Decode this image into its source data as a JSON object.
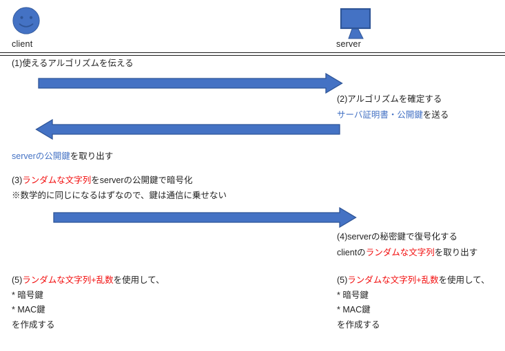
{
  "colors": {
    "accent": "#4472C4",
    "accent_dark": "#2F5597",
    "blue_text": "#4472C4",
    "red_text": "#F20D0D",
    "text": "#1F1F1F"
  },
  "actors": {
    "client": {
      "label": "client",
      "icon": "smiley-face-icon"
    },
    "server": {
      "label": "server",
      "icon": "monitor-icon"
    }
  },
  "messages": {
    "step1": {
      "text": "(1)使えるアルゴリズムを伝える"
    },
    "step2": {
      "line1": "(2)アルゴリズムを確定する",
      "line2_blue": "サーバ証明書・公開鍵",
      "line2_rest": "を送る"
    },
    "extract_public_key": {
      "blue": "serverの公開鍵",
      "rest": "を取り出す"
    },
    "step3": {
      "prefix": "(3)",
      "red": "ランダムな文字列",
      "rest": "をserverの公開鍵で暗号化",
      "note": "※数学的に同じになるはずなので、鍵は通信に乗せない"
    },
    "step4": {
      "line1": "(4)serverの秘密鍵で復号化する",
      "line2_prefix": "clientの",
      "line2_red": "ランダムな文字列",
      "line2_rest": "を取り出す"
    },
    "step5": {
      "prefix": "(5)",
      "red": "ランダムな文字列+乱数",
      "rest": "を使用して、",
      "item1": "* 暗号鍵",
      "item2": "* MAC鍵",
      "footer": "を作成する"
    }
  },
  "arrows": [
    {
      "name": "arrow-1",
      "direction": "right",
      "from": "client",
      "to": "server"
    },
    {
      "name": "arrow-2",
      "direction": "left",
      "from": "server",
      "to": "client"
    },
    {
      "name": "arrow-3",
      "direction": "right",
      "from": "client",
      "to": "server"
    }
  ]
}
